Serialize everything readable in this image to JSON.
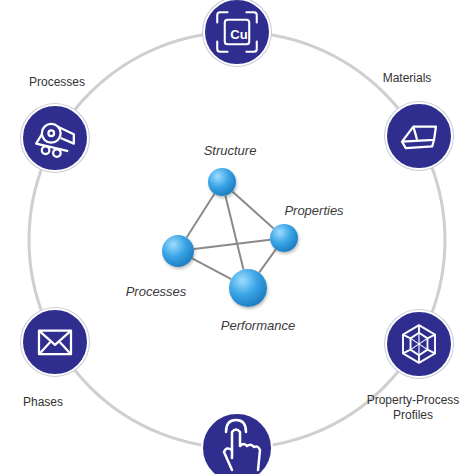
{
  "diagram": {
    "nodes": [
      {
        "text": [
          "Cu"
        ]
      },
      {
        "text": [
          "Processes"
        ]
      },
      {
        "text": [
          "Materials"
        ]
      },
      {
        "text": [
          "Structure"
        ]
      },
      {
        "text": [
          "Properties"
        ]
      },
      {
        "text": [
          "Processes"
        ]
      },
      {
        "text": [
          "Performance"
        ]
      },
      {
        "text": [
          "Phases"
        ]
      },
      {
        "text": [
          "Property-Process Profiles"
        ]
      }
    ],
    "edges": [
      {
        "from": 3,
        "to": 4,
        "arrow": "none"
      },
      {
        "from": 3,
        "to": 5,
        "arrow": "none"
      },
      {
        "from": 3,
        "to": 6,
        "arrow": "none"
      },
      {
        "from": 4,
        "to": 5,
        "arrow": "none"
      },
      {
        "from": 4,
        "to": 6,
        "arrow": "none"
      },
      {
        "from": 5,
        "to": 6,
        "arrow": "none"
      }
    ]
  }
}
